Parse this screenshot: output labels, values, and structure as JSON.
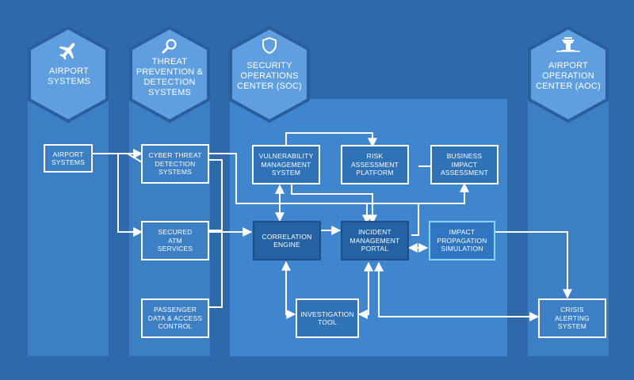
{
  "columns": [
    {
      "title": "AIRPORT\nSYSTEMS",
      "icon": "airplane-icon"
    },
    {
      "title": "THREAT\nPREVENTION &\nDETECTION\nSYSTEMS",
      "icon": "search-icon"
    },
    {
      "title": "SECURITY\nOPERATIONS\nCENTER (SOC)",
      "icon": "shield-icon"
    },
    {
      "title": "AIRPORT\nOPERATION\nCENTER (AOC)",
      "icon": "control-tower-icon"
    }
  ],
  "nodes": {
    "airport_systems": "AIRPORT\nSYSTEMS",
    "cyber_threat": "CYBER THREAT\nDETECTION\nSYSTEMS",
    "secured_atm": "SECURED\nATM\nSERVICES",
    "passenger_data": "PASSENGER\nDATA & ACCESS\nCONTROL",
    "vulnerability": "VULNERABILITY\nMANAGEMENT\nSYSTEM",
    "risk": "RISK\nASSESSMENT\nPLATFORM",
    "business_impact": "BUSINESS\nIMPACT\nASSESSMENT",
    "correlation": "CORRELATION\nENGINE",
    "incident": "INCIDENT\nMANAGEMENT\nPORTAL",
    "impact_propagation": "IMPACT\nPROPAGATION\nSIMULATION",
    "investigation": "INVESTIGATION\nTOOL",
    "crisis": "CRISIS\nALERTING\nSYSTEM"
  },
  "colors": {
    "background": "#2e6aab",
    "column": "#3c7fc4",
    "soc_panel": "#3f86cf",
    "hexagon": "#5f9fe0",
    "hexagon_border": "#2a5f9c",
    "connector": "#ffffff",
    "highlight_border": "#7fd8ff"
  }
}
